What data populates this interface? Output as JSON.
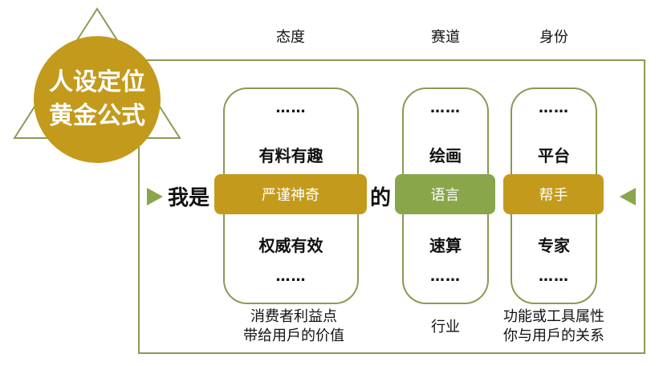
{
  "badge": {
    "line1": "人设定位",
    "line2": "黄金公式"
  },
  "columns": {
    "attitude": "态度",
    "track": "赛道",
    "identity": "身份"
  },
  "sentence": {
    "prefix": "我是",
    "joiner": "的"
  },
  "attitude": {
    "top_dots": "……",
    "option1": "有料有趣",
    "selected": "严谨神奇",
    "option2": "权威有效",
    "bottom_dots": "……"
  },
  "track": {
    "top_dots": "……",
    "option1": "绘画",
    "selected": "语言",
    "option2": "速算",
    "bottom_dots": "……"
  },
  "identity": {
    "top_dots": "……",
    "option1": "平台",
    "selected": "帮手",
    "option2": "专家",
    "bottom_dots": "……"
  },
  "captions": {
    "attitude_line1": "消费者利益点",
    "attitude_line2": "带给用戶的价值",
    "track": "行业",
    "identity_line1": "功能或工具属性",
    "identity_line2": "你与用戶的关系"
  },
  "colors": {
    "gold": "#c39a1b",
    "green": "#8aa64b",
    "outline": "#8a9a55"
  }
}
